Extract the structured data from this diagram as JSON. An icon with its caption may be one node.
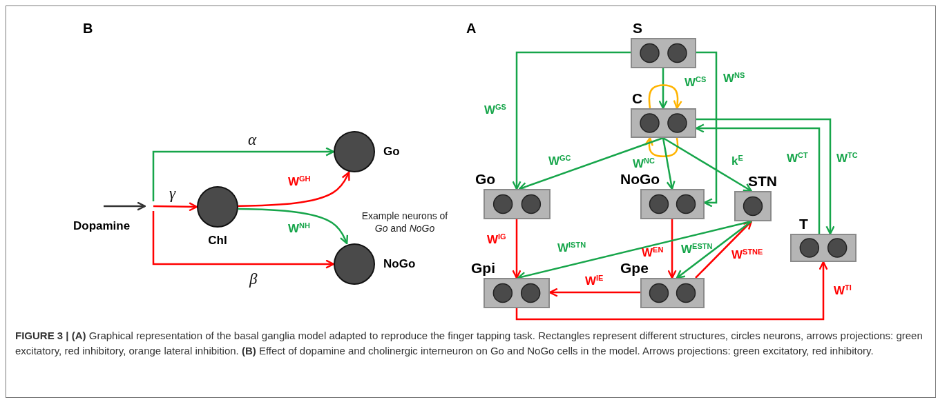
{
  "diagram": {
    "caption": "**FIGURE 3 | (A)** Graphical representation of the basal ganglia model adapted to reproduce the finger tapping task. Rectangles represent different structures, circles neurons, arrows projections: green excitatory, red inhibitory, orange lateral inhibition. **(B)** Effect of dopamine and cholinergic interneuron on Go and NoGo cells in the model. Arrows projections: green excitatory, red inhibitory.",
    "nodes": [
      {
        "text": [
          "Dopamine"
        ]
      },
      {
        "text": [
          "Go"
        ]
      },
      {
        "text": [
          "ChI"
        ]
      },
      {
        "text": [
          "NoGo"
        ]
      },
      {
        "text": [
          "S"
        ]
      },
      {
        "text": [
          "C"
        ]
      },
      {
        "text": [
          "Go"
        ]
      },
      {
        "text": [
          "NoGo"
        ]
      },
      {
        "text": [
          "STN"
        ]
      },
      {
        "text": [
          "T"
        ]
      },
      {
        "text": [
          "Gpi"
        ]
      },
      {
        "text": [
          "Gpe"
        ]
      }
    ],
    "edges": [
      {
        "from": 0,
        "to": 1,
        "arrow": "to",
        "label": "α"
      },
      {
        "from": 0,
        "to": 2,
        "arrow": "to",
        "label": "γ",
        "color": "#ff0000"
      },
      {
        "from": 0,
        "to": 3,
        "arrow": "to",
        "label": "β",
        "color": "#ff0000"
      },
      {
        "from": 2,
        "to": 1,
        "arrow": "to",
        "label": "W$^{GH}$",
        "color": "#ff0000"
      },
      {
        "from": 2,
        "to": 3,
        "arrow": "to",
        "label": "W$^{NH}$"
      },
      {
        "from": 4,
        "to": 6,
        "arrow": "to",
        "label": "W$^{GS}$"
      },
      {
        "from": 4,
        "to": 5,
        "arrow": "to",
        "label": "W$^{CS}$"
      },
      {
        "from": 4,
        "to": 7,
        "arrow": "to",
        "label": "W$^{NS}$"
      },
      {
        "from": 5,
        "to": 5,
        "arrow": "to",
        "color": "#ffb400"
      },
      {
        "from": 5,
        "to": 5,
        "arrow": "to",
        "color": "#ffb400"
      },
      {
        "from": 5,
        "to": 6,
        "arrow": "to",
        "label": "W$^{GC}$"
      },
      {
        "from": 5,
        "to": 7,
        "arrow": "to",
        "label": "W$^{NC}$"
      },
      {
        "from": 5,
        "to": 8,
        "arrow": "to",
        "label": "k$^{E}$"
      },
      {
        "from": 9,
        "to": 5,
        "arrow": "to",
        "label": "W$^{CT}$"
      },
      {
        "from": 5,
        "to": 9,
        "arrow": "to",
        "label": "W$^{TC}$"
      },
      {
        "from": 6,
        "to": 10,
        "arrow": "to",
        "label": "W$^{IG}$",
        "color": "#ff0000"
      },
      {
        "from": 7,
        "to": 11,
        "arrow": "to",
        "label": "W$^{EN}$",
        "color": "#ff0000"
      },
      {
        "from": 11,
        "to": 10,
        "arrow": "to",
        "label": "W$^{IE}$",
        "color": "#ff0000"
      },
      {
        "from": 11,
        "to": 8,
        "arrow": "to",
        "label": "W$^{STNE}$",
        "color": "#ff0000"
      },
      {
        "from": 8,
        "to": 10,
        "arrow": "to",
        "label": "W$^{ISTN}$"
      },
      {
        "from": 8,
        "to": 11,
        "arrow": "to",
        "label": "W$^{ESTN}$"
      },
      {
        "from": 10,
        "to": 9,
        "arrow": "to",
        "label": "W$^{TI}$",
        "color": "#ff0000"
      }
    ],
    "labels": [
      "B",
      "A",
      "Example neurons of *Go* and *NoGo*"
    ]
  }
}
